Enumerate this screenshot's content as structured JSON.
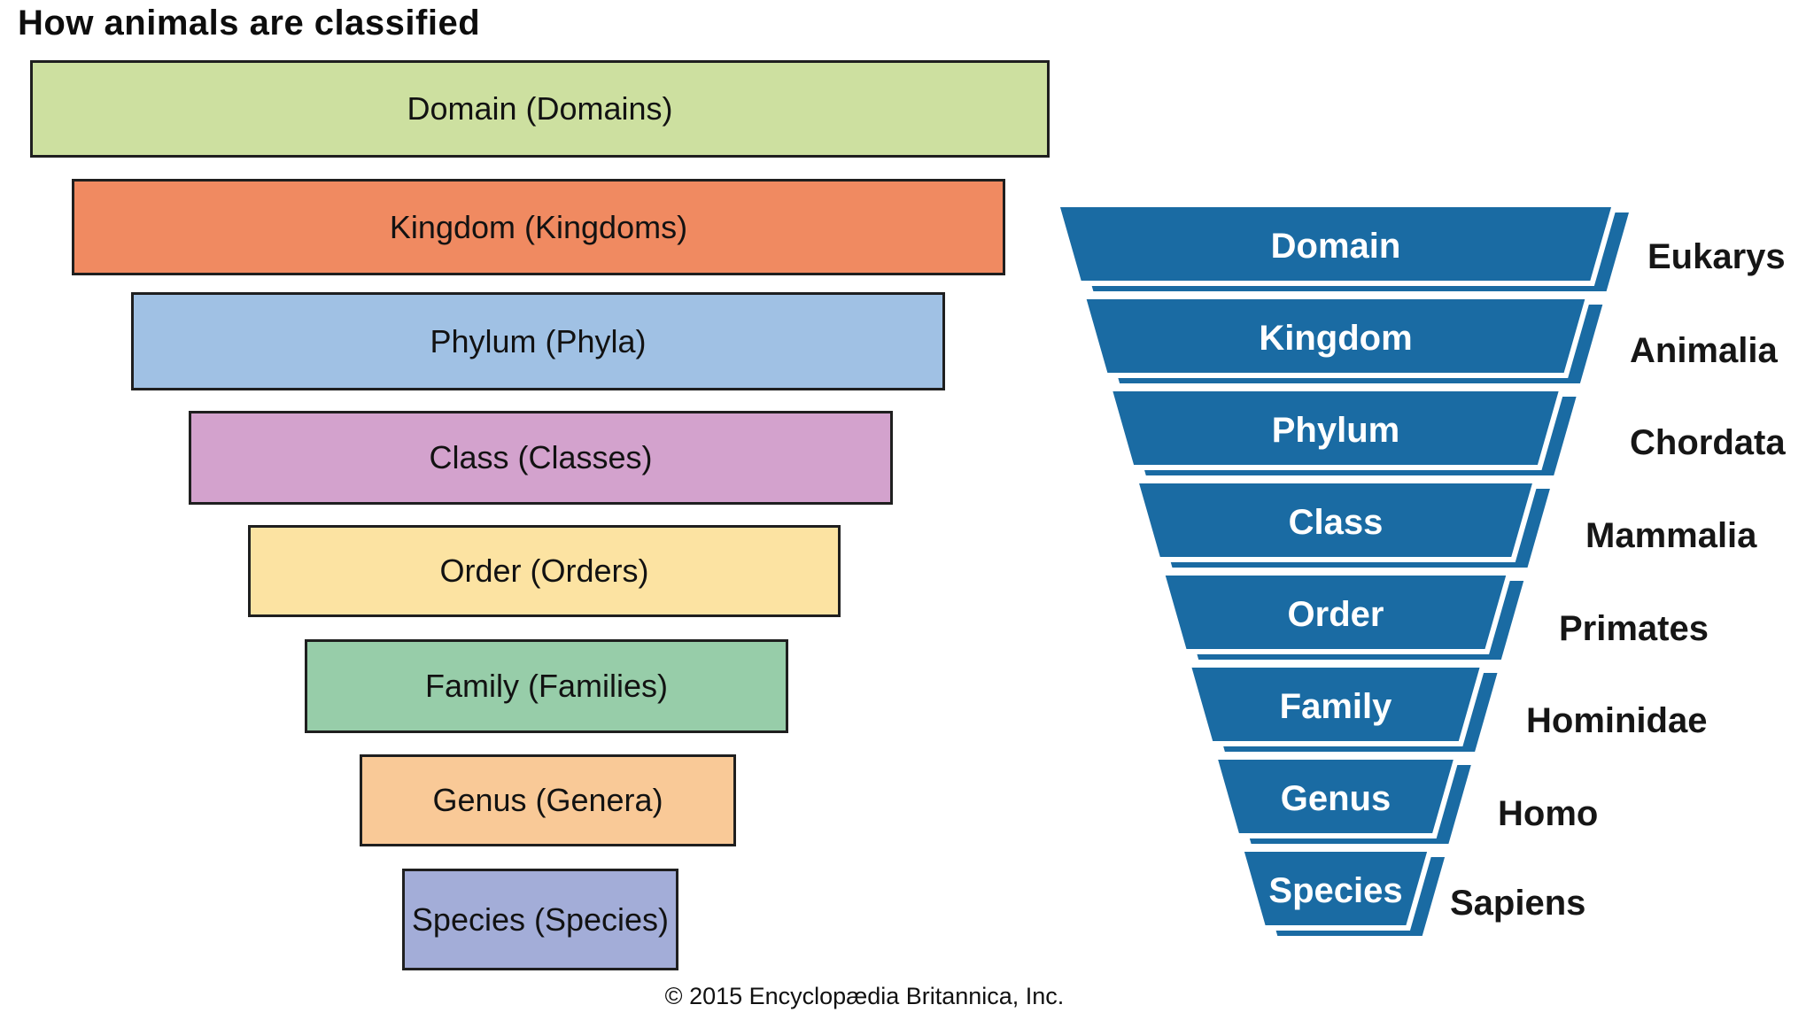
{
  "title": "How animals are classified",
  "bars": [
    {
      "label": "Domain (Domains)",
      "color": "#cde0a0"
    },
    {
      "label": "Kingdom (Kingdoms)",
      "color": "#f08a61"
    },
    {
      "label": "Phylum (Phyla)",
      "color": "#a0c1e4"
    },
    {
      "label": "Class (Classes)",
      "color": "#d3a2cd"
    },
    {
      "label": "Order (Orders)",
      "color": "#fce3a2"
    },
    {
      "label": "Family (Families)",
      "color": "#97cda9"
    },
    {
      "label": "Genus (Genera)",
      "color": "#f9c997"
    },
    {
      "label": "Species (Species)",
      "color": "#a3add8"
    }
  ],
  "funnel": {
    "color": "#1a6ba3",
    "rows": [
      {
        "label": "Domain",
        "value": "Eukarys"
      },
      {
        "label": "Kingdom",
        "value": "Animalia"
      },
      {
        "label": "Phylum",
        "value": "Chordata"
      },
      {
        "label": "Class",
        "value": "Mammalia"
      },
      {
        "label": "Order",
        "value": "Primates"
      },
      {
        "label": "Family",
        "value": "Hominidae"
      },
      {
        "label": "Genus",
        "value": "Homo"
      },
      {
        "label": "Species",
        "value": "Sapiens"
      }
    ]
  },
  "footer": "© 2015 Encyclopædia Britannica, Inc.",
  "border_color": "#1f1f1f"
}
